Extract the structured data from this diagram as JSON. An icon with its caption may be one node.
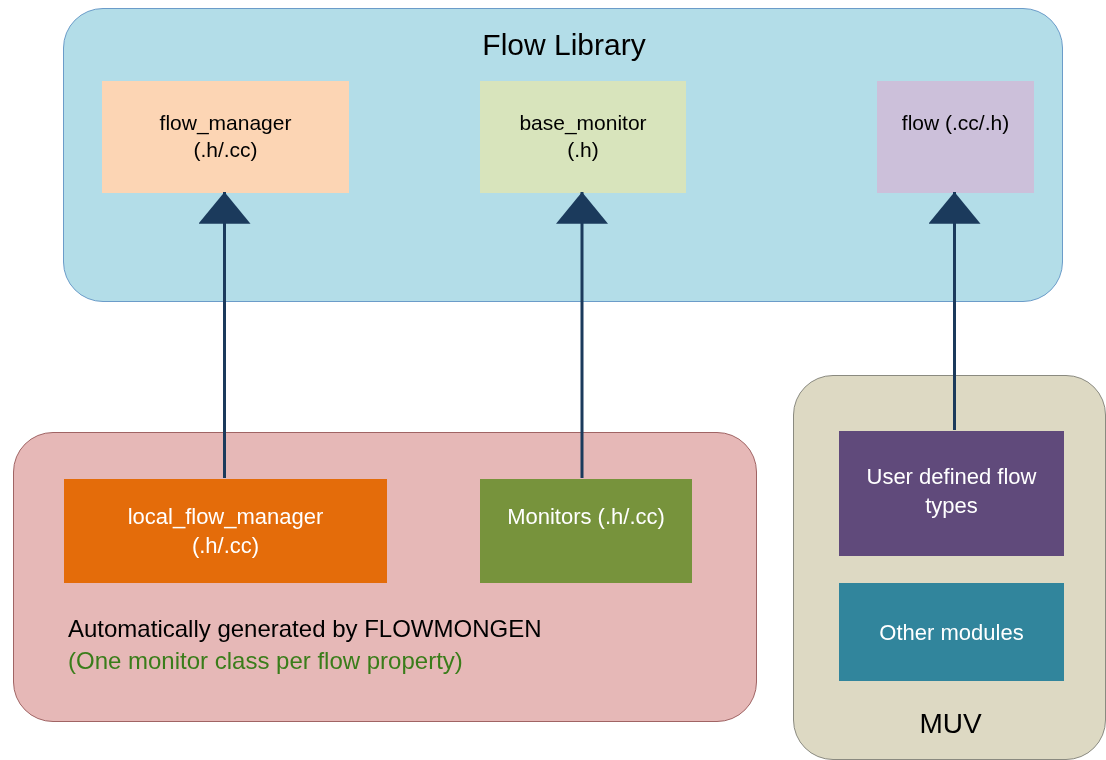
{
  "diagram": {
    "nodes": [
      {
        "text": [
          "Flow Library"
        ]
      },
      {
        "text": [
          "flow_manager (.h/.cc)"
        ],
        "in": 0
      },
      {
        "text": [
          "base_monitor (.h)"
        ],
        "in": 0
      },
      {
        "text": [
          "flow (.cc/.h)"
        ],
        "in": 0
      },
      {
        "text": [
          "Automatically generated by FLOWMONGEN",
          "(One monitor class per flow property)"
        ]
      },
      {
        "text": [
          "local_flow_manager (.h/.cc)"
        ],
        "in": 4
      },
      {
        "text": [
          "Monitors (.h/.cc)"
        ],
        "in": 4
      },
      {
        "text": [
          "MUV"
        ]
      },
      {
        "text": [
          "User defined flow types"
        ],
        "in": 7
      },
      {
        "text": [
          "Other modules"
        ],
        "in": 7
      }
    ],
    "edges": [
      {
        "from": 5,
        "to": 1,
        "arrow": "to"
      },
      {
        "from": 6,
        "to": 2,
        "arrow": "to"
      },
      {
        "from": 8,
        "to": 3,
        "arrow": "to"
      }
    ]
  }
}
